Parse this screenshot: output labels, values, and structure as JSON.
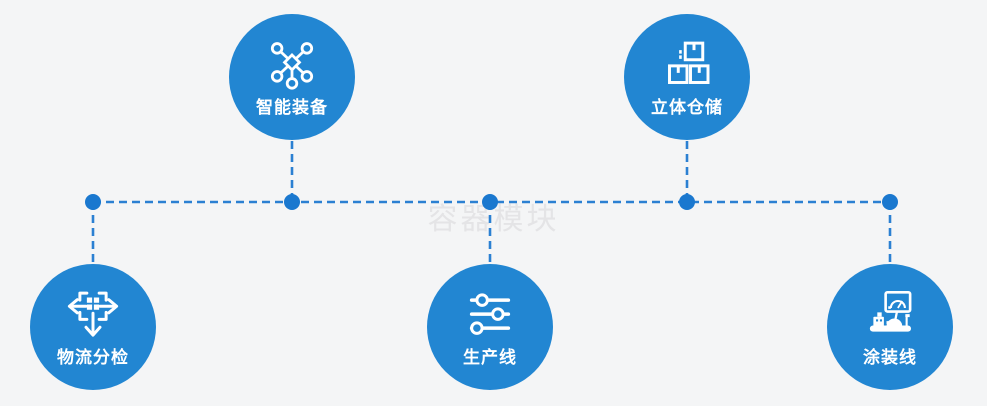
{
  "watermark": "容器模块",
  "colors": {
    "background": "#f4f5f6",
    "node_fill": "#2286d2",
    "connector": "#2b80d2",
    "junction_dot": "#1a78cf",
    "icon_and_label": "#ffffff",
    "watermark_text": "#e4e4e6"
  },
  "nodes": [
    {
      "label": "智能装备",
      "icon": "network-nodes-icon",
      "row": "top"
    },
    {
      "label": "立体仓储",
      "icon": "stacked-boxes-icon",
      "row": "top"
    },
    {
      "label": "物流分检",
      "icon": "distribute-arrows-icon",
      "row": "bottom"
    },
    {
      "label": "生产线",
      "icon": "sliders-icon",
      "row": "bottom"
    },
    {
      "label": "涂装线",
      "icon": "control-station-icon",
      "row": "bottom"
    }
  ],
  "connections": [
    "horizontal-bus: 物流分检↕ ↔ 涂装线↕",
    "智能装备 ↓ bus",
    "立体仓储 ↓ bus",
    "bus ↓ 物流分检",
    "bus ↓ 生产线",
    "bus ↓ 涂装线"
  ]
}
